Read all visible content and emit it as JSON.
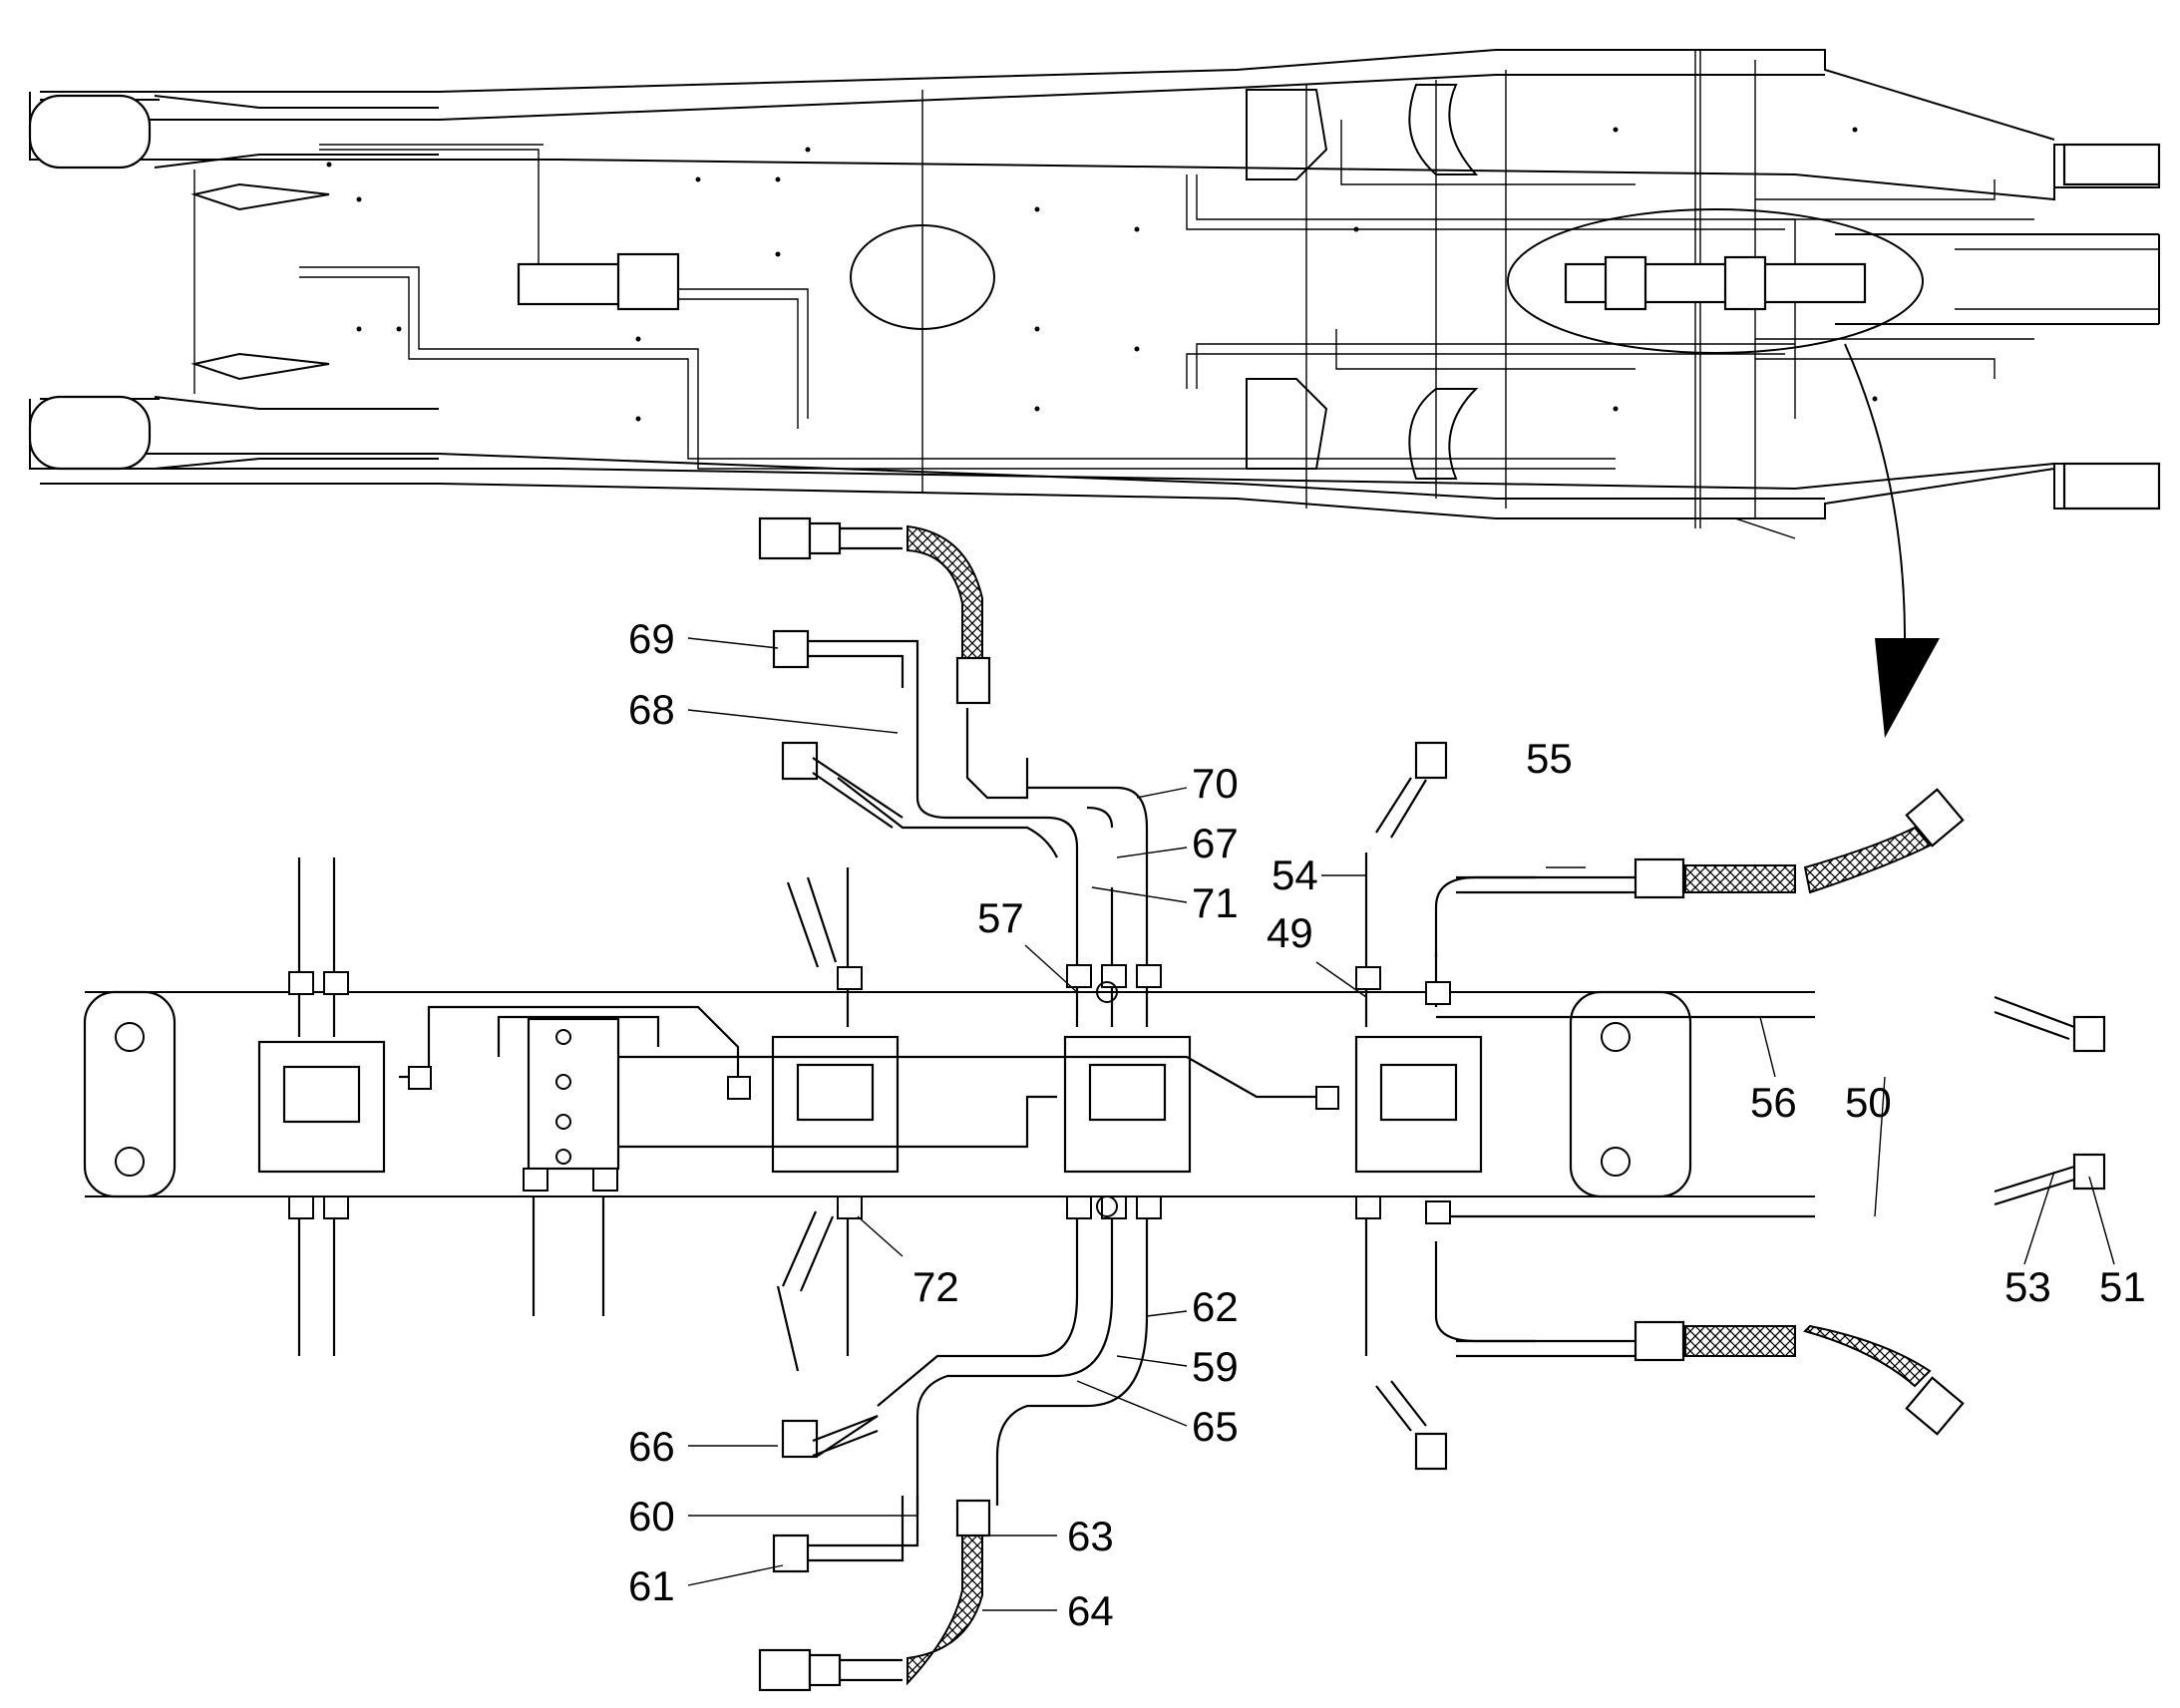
{
  "figure": {
    "callouts": [
      {
        "id": "c69",
        "text": "69"
      },
      {
        "id": "c68",
        "text": "68"
      },
      {
        "id": "c70",
        "text": "70"
      },
      {
        "id": "c67",
        "text": "67"
      },
      {
        "id": "c71",
        "text": "71"
      },
      {
        "id": "c57",
        "text": "57"
      },
      {
        "id": "c55",
        "text": "55"
      },
      {
        "id": "c54",
        "text": "54"
      },
      {
        "id": "c49",
        "text": "49"
      },
      {
        "id": "c56",
        "text": "56"
      },
      {
        "id": "c50",
        "text": "50"
      },
      {
        "id": "c72",
        "text": "72"
      },
      {
        "id": "c62",
        "text": "62"
      },
      {
        "id": "c59",
        "text": "59"
      },
      {
        "id": "c65",
        "text": "65"
      },
      {
        "id": "c66",
        "text": "66"
      },
      {
        "id": "c60",
        "text": "60"
      },
      {
        "id": "c63",
        "text": "63"
      },
      {
        "id": "c61",
        "text": "61"
      },
      {
        "id": "c64",
        "text": "64"
      },
      {
        "id": "c53",
        "text": "53"
      },
      {
        "id": "c51",
        "text": "51"
      }
    ]
  }
}
